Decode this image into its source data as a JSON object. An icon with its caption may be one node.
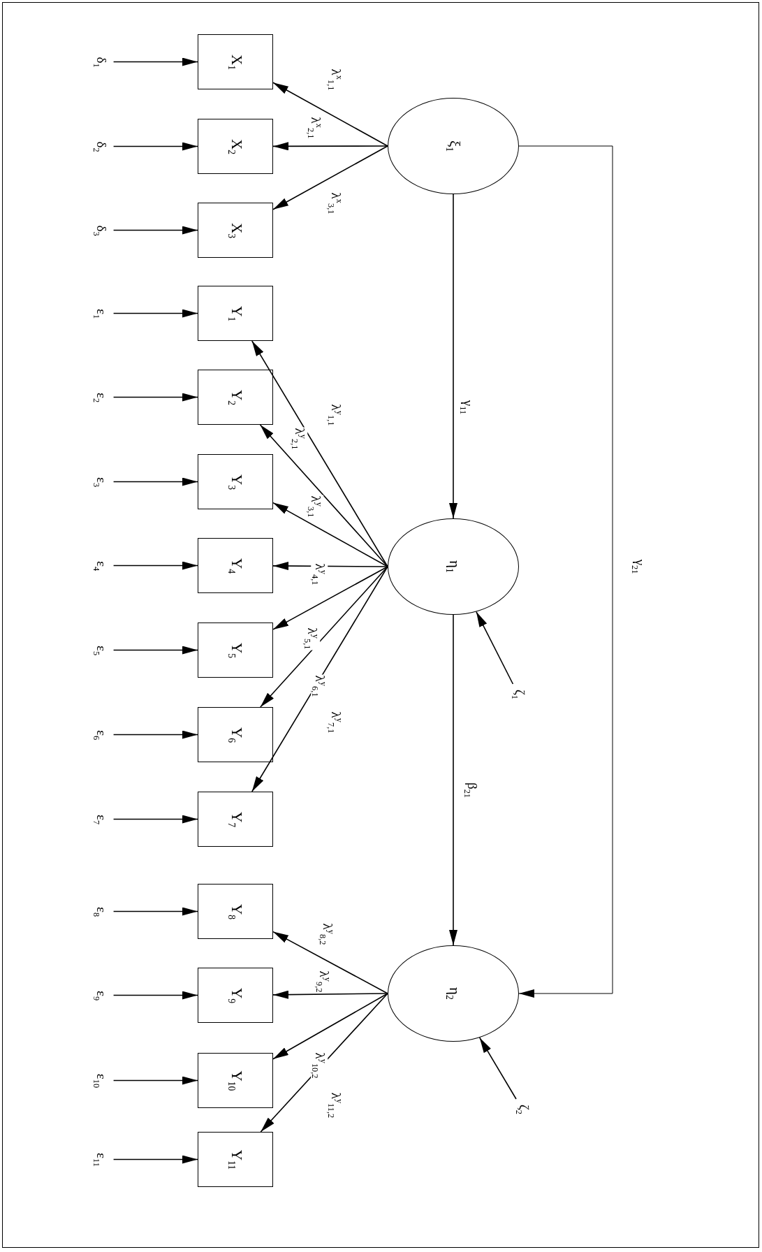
{
  "diagram": {
    "nodes": [
      {
        "text": [
          "X$_{1}$"
        ]
      },
      {
        "text": [
          "X$_{2}$"
        ]
      },
      {
        "text": [
          "X$_{3}$"
        ]
      },
      {
        "text": [
          "Y$_{1}$"
        ]
      },
      {
        "text": [
          "Y$_{2}$"
        ]
      },
      {
        "text": [
          "Y$_{3}$"
        ]
      },
      {
        "text": [
          "Y$_{4}$"
        ]
      },
      {
        "text": [
          "Y$_{5}$"
        ]
      },
      {
        "text": [
          "Y$_{6}$"
        ]
      },
      {
        "text": [
          "Y$_{7}$"
        ]
      },
      {
        "text": [
          "Y$_{8}$"
        ]
      },
      {
        "text": [
          "Y$_{9}$"
        ]
      },
      {
        "text": [
          "Y$_{10}$"
        ]
      },
      {
        "text": [
          "Y$_{11}$"
        ]
      },
      {
        "text": [
          "ξ$_{1}$"
        ]
      },
      {
        "text": [
          "η$_{1}$"
        ]
      },
      {
        "text": [
          "η$_{2}$"
        ]
      },
      {
        "text": [
          "δ$_{1}$"
        ]
      },
      {
        "text": [
          "δ$_{2}$"
        ]
      },
      {
        "text": [
          "δ$_{3}$"
        ]
      },
      {
        "text": [
          "ε$_{1}$"
        ]
      },
      {
        "text": [
          "ε$_{2}$"
        ]
      },
      {
        "text": [
          "ε$_{3}$"
        ]
      },
      {
        "text": [
          "ε$_{4}$"
        ]
      },
      {
        "text": [
          "ε$_{5}$"
        ]
      },
      {
        "text": [
          "ε$_{6}$"
        ]
      },
      {
        "text": [
          "ε$_{7}$"
        ]
      },
      {
        "text": [
          "ε$_{8}$"
        ]
      },
      {
        "text": [
          "ε$_{9}$"
        ]
      },
      {
        "text": [
          "ε$_{10}$"
        ]
      },
      {
        "text": [
          "ε$_{11}$"
        ]
      },
      {
        "text": [
          "ζ$_{1}$"
        ]
      },
      {
        "text": [
          "ζ$_{2}$"
        ]
      }
    ],
    "edges": [
      {
        "from": 14,
        "to": 0,
        "arrow": "to",
        "label": "λ$^{x}$$_{1,1}$"
      },
      {
        "from": 14,
        "to": 1,
        "arrow": "to",
        "label": "λ$^{x}$$_{2,1}$"
      },
      {
        "from": 14,
        "to": 2,
        "arrow": "to",
        "label": "λ$^{x}$$_{3,1}$"
      },
      {
        "from": 15,
        "to": 3,
        "arrow": "to",
        "label": "λ$^{y}$$_{1,1}$"
      },
      {
        "from": 15,
        "to": 4,
        "arrow": "to",
        "label": "λ$^{y}$$_{2,1}$"
      },
      {
        "from": 15,
        "to": 5,
        "arrow": "to",
        "label": "λ$^{y}$$_{3,1}$"
      },
      {
        "from": 15,
        "to": 6,
        "arrow": "to",
        "label": "λ$^{y}$$_{4,1}$"
      },
      {
        "from": 15,
        "to": 7,
        "arrow": "to",
        "label": "λ$^{y}$$_{5,1}$"
      },
      {
        "from": 15,
        "to": 8,
        "arrow": "to",
        "label": "λ$^{y}$$_{6,1}$"
      },
      {
        "from": 15,
        "to": 9,
        "arrow": "to",
        "label": "λ$^{y}$$_{7,1}$"
      },
      {
        "from": 16,
        "to": 10,
        "arrow": "to",
        "label": "λ$^{y}$$_{8,2}$"
      },
      {
        "from": 16,
        "to": 11,
        "arrow": "to",
        "label": "λ$^{y}$$_{9,2}$"
      },
      {
        "from": 16,
        "to": 12,
        "arrow": "to",
        "label": "λ$^{y}$$_{10,2}$"
      },
      {
        "from": 16,
        "to": 13,
        "arrow": "to",
        "label": "λ$^{y}$$_{11,2}$"
      },
      {
        "from": 14,
        "to": 15,
        "arrow": "to",
        "label": "γ$_{11}$"
      },
      {
        "from": 15,
        "to": 16,
        "arrow": "to",
        "label": "β$_{21}$"
      },
      {
        "from": 14,
        "to": 16,
        "arrow": "to",
        "label": "γ$_{21}$"
      },
      {
        "from": 17,
        "to": 0,
        "arrow": "to"
      },
      {
        "from": 18,
        "to": 1,
        "arrow": "to"
      },
      {
        "from": 19,
        "to": 2,
        "arrow": "to"
      },
      {
        "from": 20,
        "to": 3,
        "arrow": "to"
      },
      {
        "from": 21,
        "to": 4,
        "arrow": "to"
      },
      {
        "from": 22,
        "to": 5,
        "arrow": "to"
      },
      {
        "from": 23,
        "to": 6,
        "arrow": "to"
      },
      {
        "from": 24,
        "to": 7,
        "arrow": "to"
      },
      {
        "from": 25,
        "to": 8,
        "arrow": "to"
      },
      {
        "from": 26,
        "to": 9,
        "arrow": "to"
      },
      {
        "from": 27,
        "to": 10,
        "arrow": "to"
      },
      {
        "from": 28,
        "to": 11,
        "arrow": "to"
      },
      {
        "from": 29,
        "to": 12,
        "arrow": "to"
      },
      {
        "from": 30,
        "to": 13,
        "arrow": "to"
      },
      {
        "from": 31,
        "to": 15,
        "arrow": "to"
      },
      {
        "from": 32,
        "to": 16,
        "arrow": "to"
      }
    ]
  }
}
